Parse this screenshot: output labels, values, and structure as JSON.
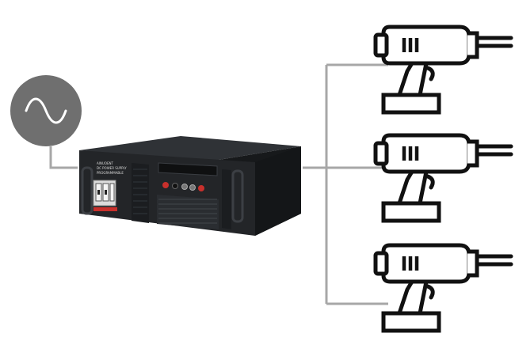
{
  "diagram": {
    "colors": {
      "wire": "#a7a7a7",
      "ac_source_fill": "#6f6f6f",
      "ac_wave": "#ffffff",
      "cabinet_dark": "#1e2023",
      "cabinet_top": "#2c2f33",
      "breaker_red": "#c8302c",
      "tool_outline": "#111111"
    },
    "icons": {
      "source": "ac-sine-icon",
      "unit": "rack-power-cabinet",
      "load": "drill-icon"
    },
    "cabinet": {
      "brand_text": "AINUOENT",
      "panel_lines": [
        "DC POWER SUPPLY",
        "PROGRAMMABLE"
      ]
    },
    "loads": [
      {
        "id": "drill-1"
      },
      {
        "id": "drill-2"
      },
      {
        "id": "drill-3"
      }
    ]
  }
}
